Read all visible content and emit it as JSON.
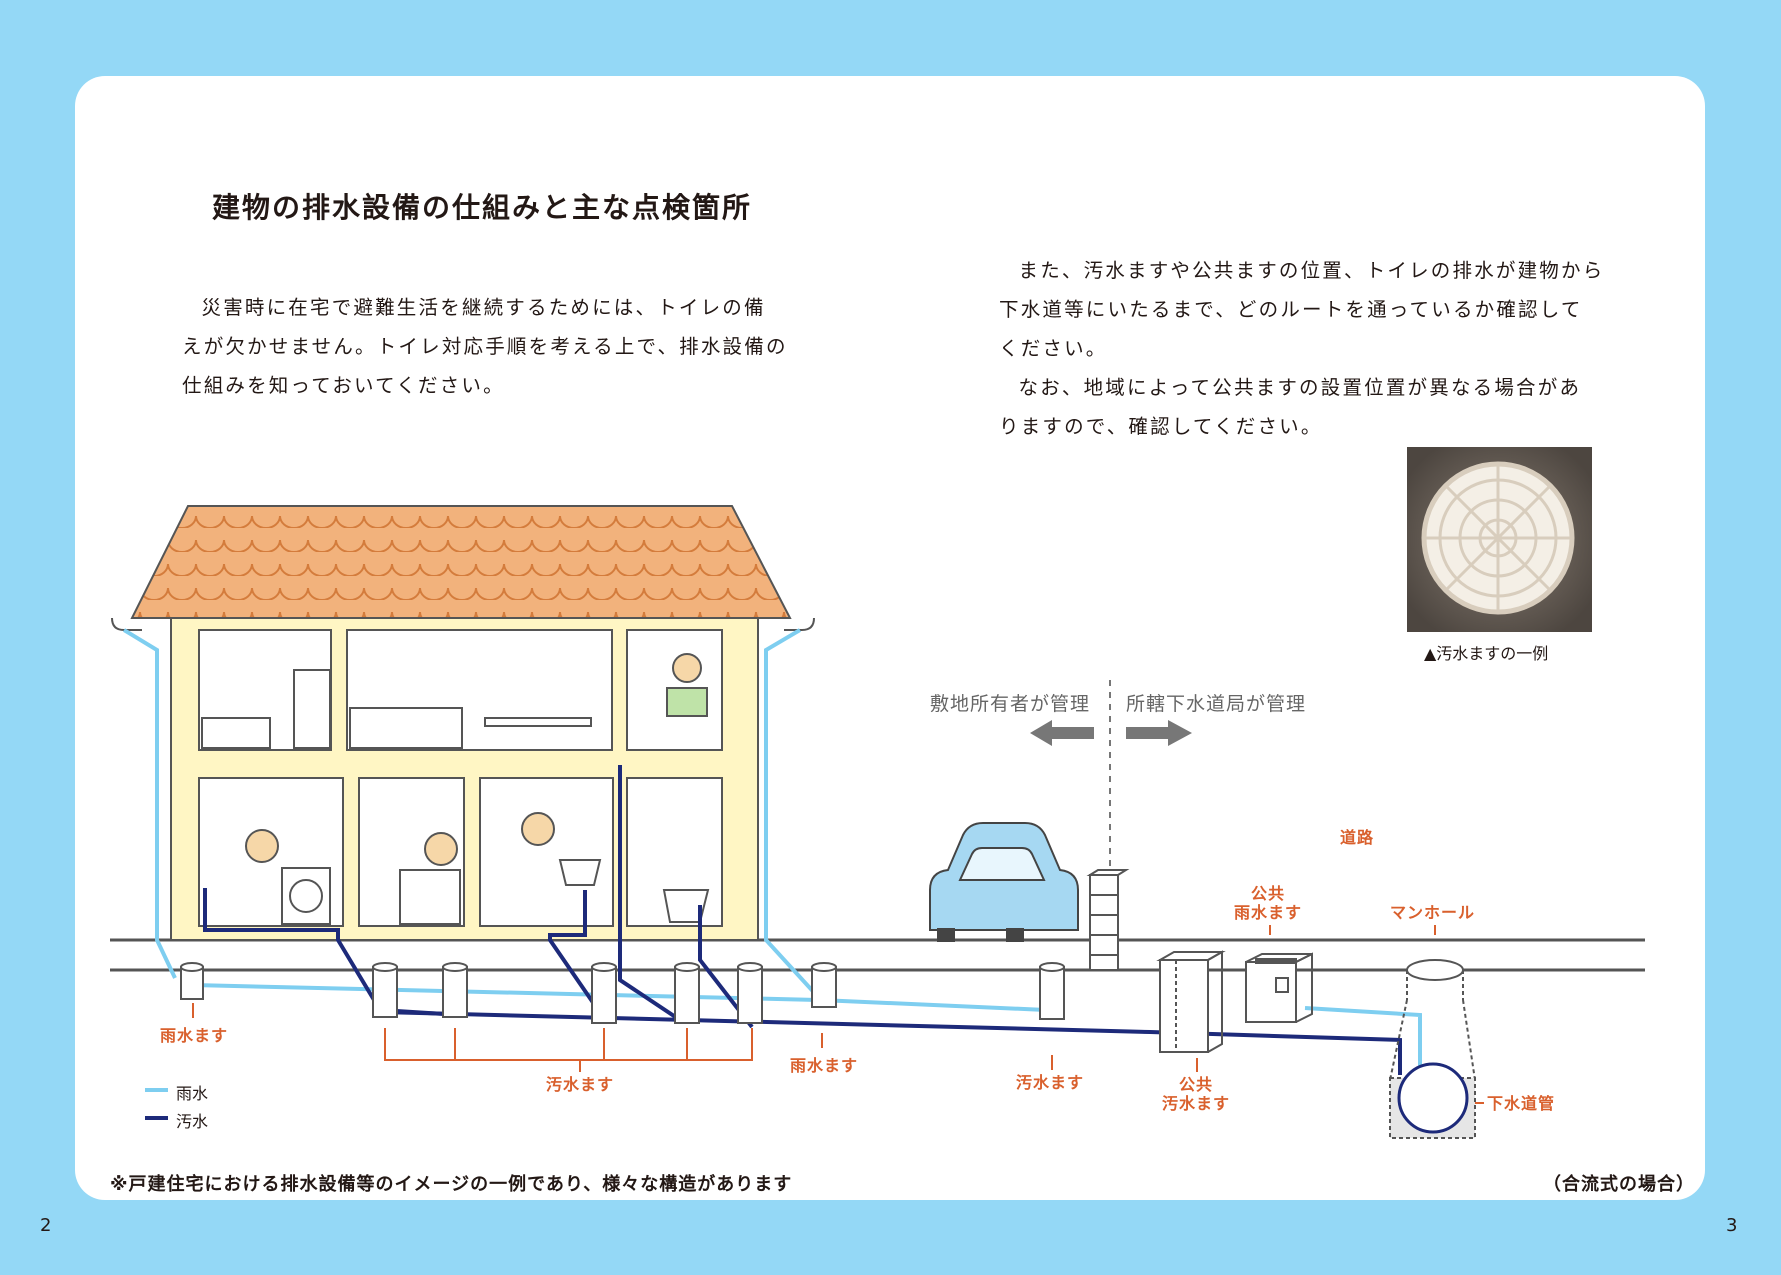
{
  "title": "建物の排水設備の仕組みと主な点検箇所",
  "intro_left": [
    "災害時に在宅で避難生活を継続するためには、トイレの備",
    "えが欠かせません。トイレ対応手順を考える上で、排水設備の",
    "仕組みを知っておいてください。"
  ],
  "intro_right": [
    "また、汚水ますや公共ますの位置、トイレの排水が建物から",
    "下水道等にいたるまで、どのルートを通っているか確認して",
    "ください。",
    "なお、地域によって公共ますの設置位置が異なる場合があ",
    "りますので、確認してください。"
  ],
  "photo_caption": "▲汚水ますの一例",
  "management": {
    "left": "敷地所有者が管理",
    "right": "所轄下水道局が管理"
  },
  "labels": {
    "road": "道路",
    "public_rain_masu_1": "公共",
    "public_rain_masu_2": "雨水ます",
    "manhole": "マンホール",
    "rain_masu_left": "雨水ます",
    "sewage_masu_group": "汚水ます",
    "rain_masu_right": "雨水ます",
    "sewage_masu_street": "汚水ます",
    "public_sewage_masu_1": "公共",
    "public_sewage_masu_2": "汚水ます",
    "sewer_pipe": "下水道管"
  },
  "legend": [
    {
      "label": "雨水",
      "color": "#7ecef0"
    },
    {
      "label": "汚水",
      "color": "#1d2a7a"
    }
  ],
  "colors": {
    "background": "#94d8f6",
    "rain_pipe": "#7ecef0",
    "sewage_pipe": "#1d2a7a",
    "roof": "#f2b27c",
    "wall": "#fff6c4",
    "label_orange": "#d9602d"
  },
  "note": "※戸建住宅における排水設備等のイメージの一例であり、様々な構造があります",
  "note_right": "（合流式の場合）",
  "page_left": "2",
  "page_right": "3"
}
